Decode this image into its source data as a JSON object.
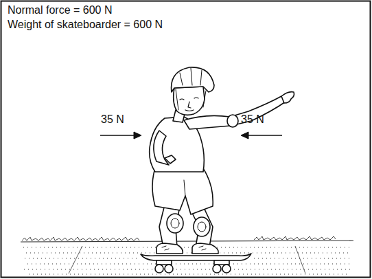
{
  "diagram": {
    "labels": [
      "Normal force = 600 N",
      "Weight of skateboarder = 600 N",
      "35 N",
      "35 N"
    ]
  }
}
